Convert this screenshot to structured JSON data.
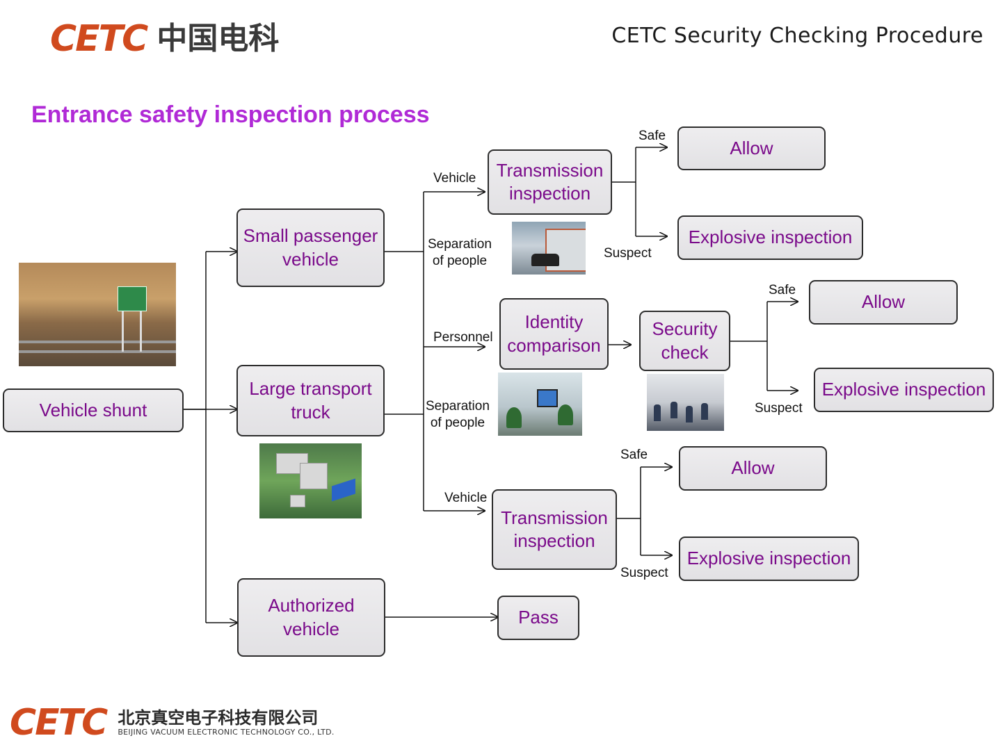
{
  "header": {
    "logo_text": "CETC",
    "logo_cn": "中国电科",
    "title": "CETC Security Checking Procedure"
  },
  "page_title": "Entrance safety inspection process",
  "nodes": {
    "vehicle_shunt": "Vehicle shunt",
    "small_passenger_vehicle": "Small passenger vehicle",
    "large_transport_truck": "Large transport truck",
    "authorized_vehicle": "Authorized vehicle",
    "transmission_inspection_1": "Transmission inspection",
    "identity_comparison": "Identity comparison",
    "security_check": "Security check",
    "transmission_inspection_2": "Transmission inspection",
    "pass": "Pass",
    "allow_1": "Allow",
    "explosive_inspection_1": "Explosive inspection",
    "allow_2": "Allow",
    "explosive_inspection_2": "Explosive inspection",
    "allow_3": "Allow",
    "explosive_inspection_3": "Explosive inspection"
  },
  "edge_labels": {
    "vehicle_1": "Vehicle",
    "separation_1": "Separation\nof people",
    "personnel": "Personnel",
    "separation_2": "Separation\nof people",
    "vehicle_2": "Vehicle",
    "safe_1": "Safe",
    "suspect_1": "Suspect",
    "safe_2": "Safe",
    "suspect_2": "Suspect",
    "safe_3": "Safe",
    "suspect_3": "Suspect"
  },
  "footer": {
    "logo_text": "CETC",
    "company_cn": "北京真空电子科技有限公司",
    "company_en": "BEIJING VACUUM ELECTRONIC TECHNOLOGY CO., LTD."
  }
}
